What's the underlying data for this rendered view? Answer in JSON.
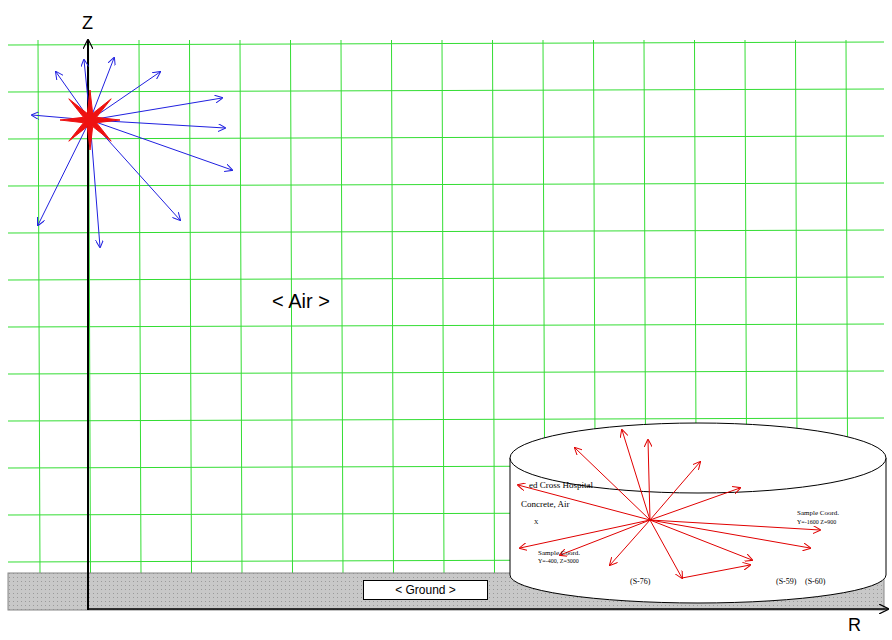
{
  "diagram": {
    "nodes": [
      {
        "text": [
          "< Ground >"
        ]
      }
    ],
    "labels": [
      "Z",
      "R",
      "< Air >",
      "ed Cross Hospital",
      "Concrete, Air",
      "Sample Coord.",
      "Y=-1600 Z=900",
      "Sample Coord.",
      "Y=-400, Z=3000",
      "X",
      "(S-76)",
      "(S-59)",
      "(S-60)"
    ]
  }
}
